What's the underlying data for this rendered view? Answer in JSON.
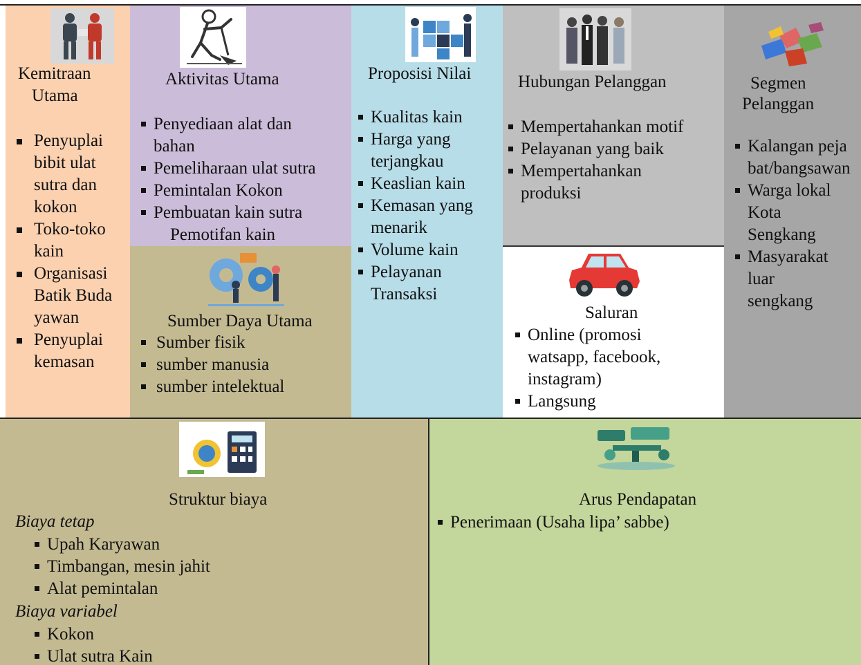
{
  "key_partners": {
    "title_line1": "Kemitraan",
    "title_line2": "Utama",
    "items": [
      "Penyuplai bibit ulat sutra dan kokon",
      "Toko-toko kain",
      "Organisasi Batik Budayawan",
      "Penyuplai kemasan"
    ],
    "icon": "partners-people-icon"
  },
  "key_activities": {
    "title": "Aktivitas Utama",
    "items": [
      "Penyediaan alat dan bahan",
      "Pemeliharaan ulat sutra",
      "Pemintalan Kokon",
      "Pembuatan  kain sutra",
      "Pemotifan kain"
    ],
    "icon": "worker-digging-icon"
  },
  "key_resources": {
    "title": "Sumber Daya Utama",
    "items": [
      "Sumber  fisik",
      "sumber manusia",
      "sumber intelektual"
    ],
    "icon": "resources-gears-icon"
  },
  "value_proposition": {
    "title": "Proposisi Nilai",
    "items": [
      "Kualitas kain",
      "Harga yang terjangkau",
      "Keaslian kain",
      "Kemasan yang menarik",
      "Volume kain",
      "Pelayanan Transaksi"
    ],
    "icon": "value-blocks-icon"
  },
  "customer_relationships": {
    "title": "Hubungan Pelanggan",
    "items": [
      "Mempertahankan motif",
      "Pelayanan yang baik",
      "Mempertahankan produksi"
    ],
    "icon": "customers-group-icon"
  },
  "channels": {
    "title": "Saluran",
    "items": [
      "Online (promosi watsapp, facebook, instagram)",
      "Langsung"
    ],
    "icon": "red-car-icon"
  },
  "customer_segments": {
    "title_line1": "Segmen",
    "title_line2": "Pelanggan",
    "items": [
      "Kalangan pejabat/bangsawan",
      "Warga lokal Kota Sengkang",
      "Masyarakat luar sengkang"
    ],
    "icon": "segments-pieces-icon"
  },
  "cost_structure": {
    "title": "Struktur biaya",
    "fixed_label": "Biaya tetap",
    "fixed_items": [
      "Upah Karyawan",
      "Timbangan, mesin jahit",
      "Alat pemintalan"
    ],
    "variable_label": "Biaya variabel",
    "variable_items": [
      "Kokon",
      "Ulat sutra  Kain"
    ],
    "icon": "calculator-coins-icon"
  },
  "revenue_streams": {
    "title": "Arus Pendapatan",
    "items": [
      "Penerimaan (Usaha lipa’ sabbe)"
    ],
    "icon": "revenue-desk-icon"
  }
}
